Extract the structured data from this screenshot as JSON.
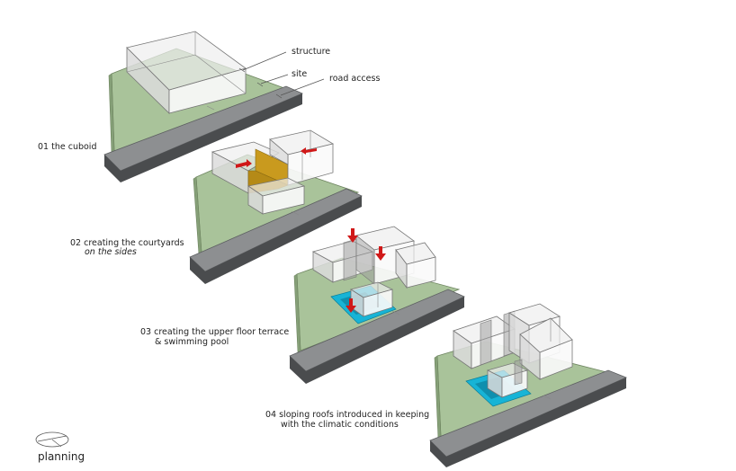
{
  "callouts": {
    "structure": "structure",
    "site": "site",
    "road": "road access"
  },
  "steps": [
    {
      "line1": "01  the cuboid",
      "line2": ""
    },
    {
      "line1": "02  creating the courtyards",
      "line2": "on the sides"
    },
    {
      "line1": "03  creating the upper floor terrace",
      "line2": "& swimming pool"
    },
    {
      "line1": "04  sloping roofs introduced in keeping",
      "line2": "with the climatic conditions"
    }
  ],
  "footer": {
    "title": "planning"
  },
  "colors": {
    "site": "#a9c39a",
    "road": "#8d8f91",
    "courtyard": "#c99a1e",
    "pool": "#17b4d6",
    "arrow": "#d01818"
  }
}
